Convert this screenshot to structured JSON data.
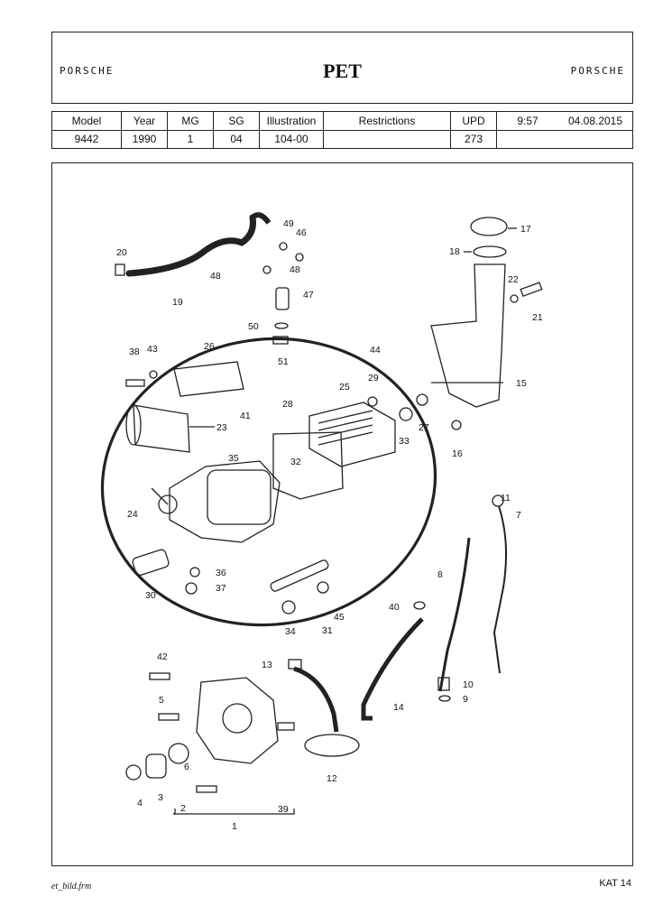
{
  "header": {
    "brand_left": "PORSCHE",
    "title": "PET",
    "brand_right": "PORSCHE"
  },
  "info": {
    "model_label": "Model",
    "model_value": "9442",
    "year_label": "Year",
    "year_value": "1990",
    "mg_label": "MG",
    "mg_value": "1",
    "sg_label": "SG",
    "sg_value": "04",
    "illustration_label": "Illustration",
    "illustration_value": "104-00",
    "restrictions_label": "Restrictions",
    "restrictions_value": "",
    "upd_label": "UPD",
    "upd_value": "273",
    "time": "9:57",
    "date": "04.08.2015"
  },
  "diagram": {
    "callouts": [
      "1",
      "2",
      "3",
      "4",
      "5",
      "6",
      "7",
      "8",
      "9",
      "10",
      "11",
      "12",
      "13",
      "14",
      "15",
      "16",
      "17",
      "18",
      "19",
      "20",
      "21",
      "22",
      "23",
      "24",
      "25",
      "26",
      "27",
      "28",
      "29",
      "30",
      "31",
      "32",
      "33",
      "34",
      "35",
      "36",
      "37",
      "38",
      "39",
      "40",
      "41",
      "42",
      "43",
      "44",
      "45",
      "46",
      "47",
      "48",
      "48",
      "49",
      "50",
      "51"
    ]
  },
  "footer": {
    "left": "et_bild.frm",
    "right": "KAT 14"
  }
}
